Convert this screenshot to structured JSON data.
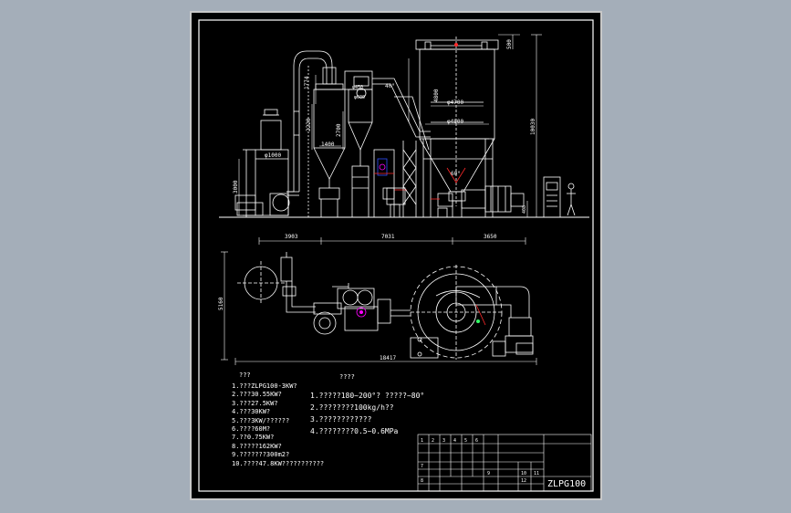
{
  "colors": {
    "background": "#a4aeb9",
    "sheet": "#000000",
    "line": "#ffffff",
    "accent_red": "#ff2a2a",
    "accent_magenta": "#ff00ff",
    "accent_blue": "#3050ff"
  },
  "elevation_dims": {
    "d1774": "1774",
    "d2220": "2220",
    "d2700": "2700",
    "d1400": "1400",
    "d1000": "φ1000",
    "d3000": "3000",
    "d4800": "4800",
    "d500": "500",
    "d10030": "10030",
    "d4700": "φ4700",
    "d4800b": "φ4800",
    "d60deg": "60°",
    "d40deg": "40°",
    "d450": "φ450",
    "d600": "φ600",
    "d408": "408"
  },
  "plan_dims": {
    "d3903": "3903",
    "d7031": "7031",
    "d3650": "3650",
    "d5160": "5160",
    "d18417": "18417"
  },
  "notes_left": {
    "heading": "???",
    "items": [
      "1.???ZLPG100-3KW?",
      "2.???30.55KW?",
      "3.???27.5KW?",
      "4.???30KW?",
      "5.???3KW/??????",
      "6.????60M?",
      "7.??0.75KW?",
      "8.?????162KW?",
      "9.???????300m2?",
      "10.????47.8KW???????????"
    ]
  },
  "notes_right": {
    "heading": "????",
    "items": [
      "1.?????180~200°?  ?????~80°",
      "2.????????100kg/h??",
      "3.????????????",
      "4.????????0.5~0.6MPa"
    ]
  },
  "title_block": {
    "model": "ZLPG100",
    "cells": [
      "1",
      "2",
      "3",
      "4",
      "5",
      "6",
      "7",
      "8",
      "9",
      "10",
      "11",
      "12"
    ]
  }
}
